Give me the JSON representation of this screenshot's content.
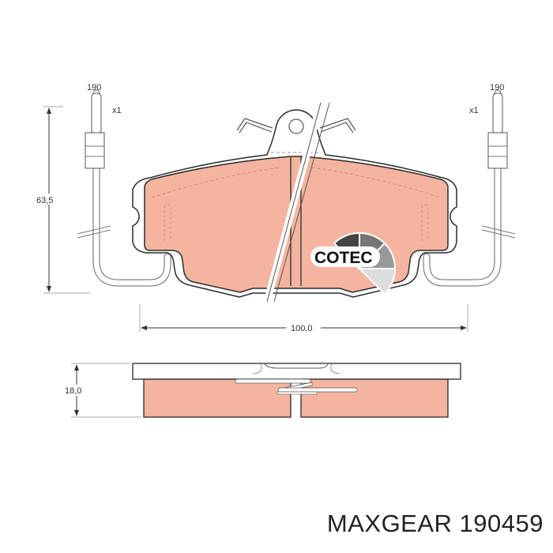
{
  "drawing": {
    "wire_length_left": "190",
    "wire_length_right": "190",
    "wire_qty_left": "x1",
    "wire_qty_right": "x1",
    "height_dim": "63,5",
    "width_dim": "100,0",
    "thickness_dim": "18,0",
    "logo_text": "COTEC"
  },
  "caption": {
    "brand": "MAXGEAR",
    "part_number": "190459"
  },
  "colors": {
    "friction": "#f4b49f",
    "outline": "#2a2a2a",
    "line": "#888888"
  }
}
